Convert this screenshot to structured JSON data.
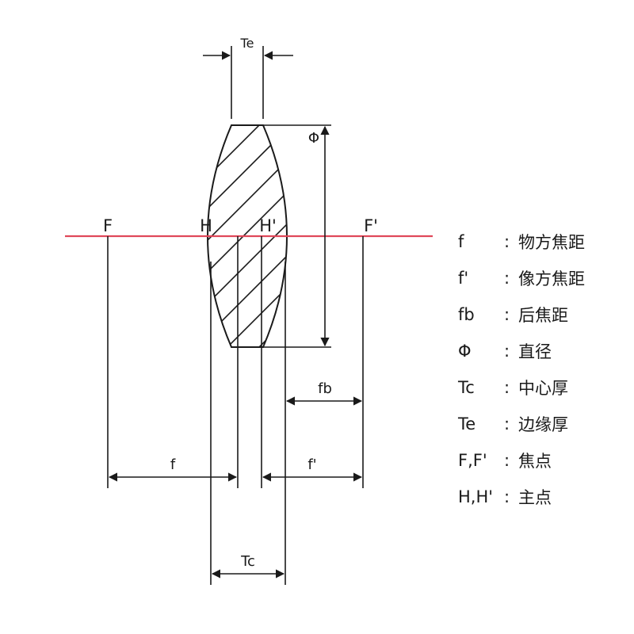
{
  "diagram": {
    "labels": {
      "Te": "Te",
      "phi": "Φ",
      "F": "F",
      "H": "H",
      "Hp": "H'",
      "Fp": "F'",
      "fb": "fb",
      "f": "f",
      "fp": "f'",
      "Tc": "Tc"
    },
    "colors": {
      "line": "#1a1a1a",
      "axis": "#e0485a"
    }
  },
  "legend": [
    {
      "symbol": "f",
      "colon": ":",
      "definition": "物方焦距"
    },
    {
      "symbol": "f'",
      "colon": ":",
      "definition": "像方焦距"
    },
    {
      "symbol": "fb",
      "colon": ":",
      "definition": "后焦距"
    },
    {
      "symbol": "Φ",
      "colon": ":",
      "definition": "直径"
    },
    {
      "symbol": "Tc",
      "colon": ":",
      "definition": "中心厚"
    },
    {
      "symbol": "Te",
      "colon": ":",
      "definition": "边缘厚"
    },
    {
      "symbol": "F,F'",
      "colon": ":",
      "definition": "焦点"
    },
    {
      "symbol": "H,H'",
      "colon": ":",
      "definition": "主点"
    }
  ]
}
